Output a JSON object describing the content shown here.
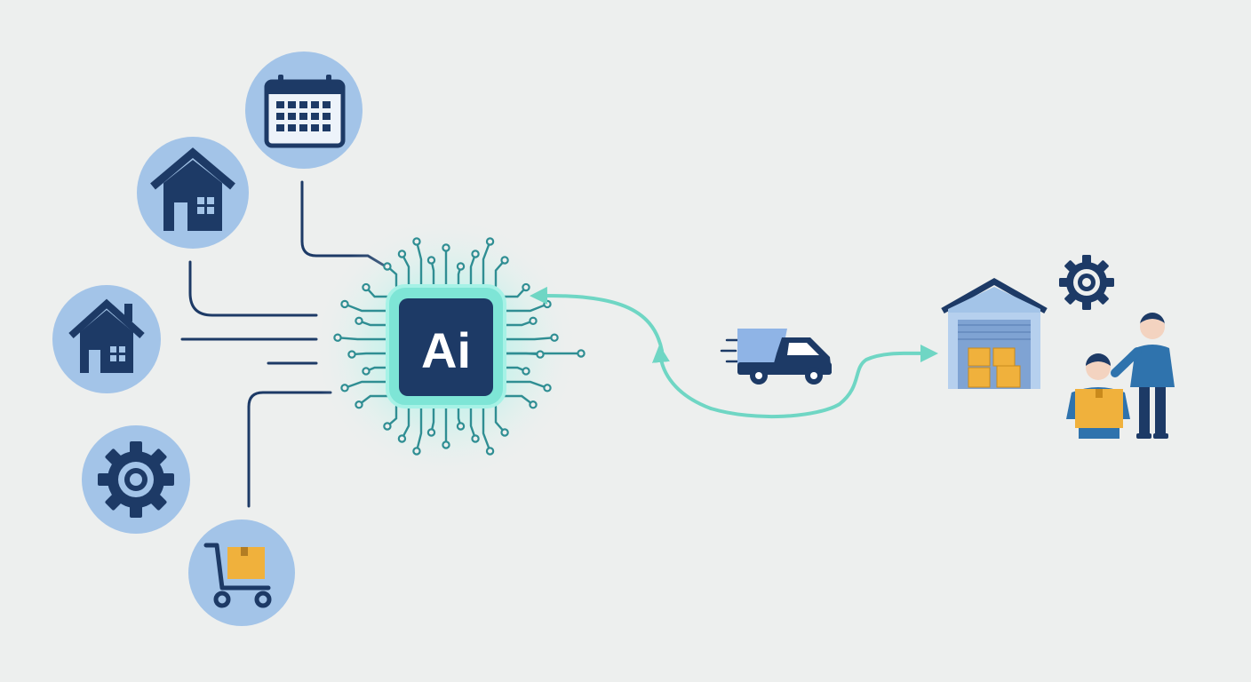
{
  "diagram": {
    "chip": {
      "label": "Ai"
    },
    "colors": {
      "background": "#edefee",
      "circle_fill": "#a3c4e8",
      "navy": "#1d3a66",
      "teal": "#6fd6c4",
      "chip_glow": "#8ff0e2",
      "truck_body": "#8fb4e6",
      "box": "#f0b13c",
      "person_blue": "#2f73ad"
    },
    "inputs": [
      {
        "id": "calendar",
        "icon": "calendar-icon"
      },
      {
        "id": "house-1",
        "icon": "house-icon"
      },
      {
        "id": "house-2",
        "icon": "house-icon"
      },
      {
        "id": "gear",
        "icon": "gear-icon"
      },
      {
        "id": "cart",
        "icon": "hand-truck-box-icon"
      }
    ],
    "outputs": [
      {
        "id": "truck",
        "icon": "delivery-truck-icon"
      },
      {
        "id": "warehouse",
        "icon": "warehouse-icon"
      },
      {
        "id": "gear",
        "icon": "gear-icon"
      },
      {
        "id": "people",
        "icon": "workers-icon"
      }
    ]
  }
}
